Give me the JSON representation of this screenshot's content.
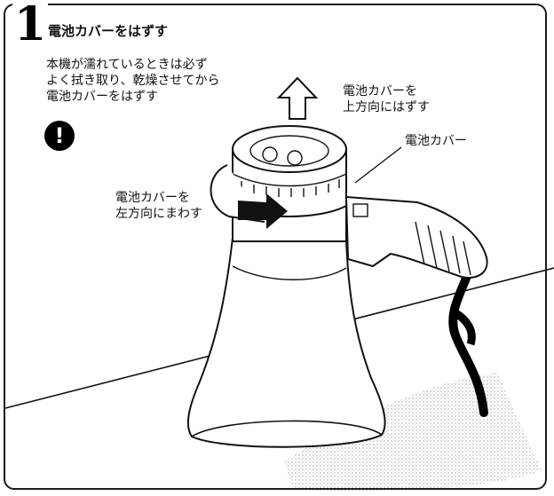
{
  "step": {
    "number": "1",
    "title": "電池カバーをはずす"
  },
  "note": {
    "lines": [
      "本機が濡れているときは必ず",
      "よく拭き取り、乾燥させてから",
      "電池カバーをはずす"
    ],
    "icon": "caution-exclamation-icon"
  },
  "labels": {
    "lift_up": [
      "電池カバーを",
      "上方向にはずす"
    ],
    "battery_cover": "電池カバー",
    "rotate_left": [
      "電池カバーを",
      "左方向にまわす"
    ]
  },
  "colors": {
    "ink": "#111111",
    "background": "#ffffff",
    "shadow": "#c9c9c9"
  }
}
